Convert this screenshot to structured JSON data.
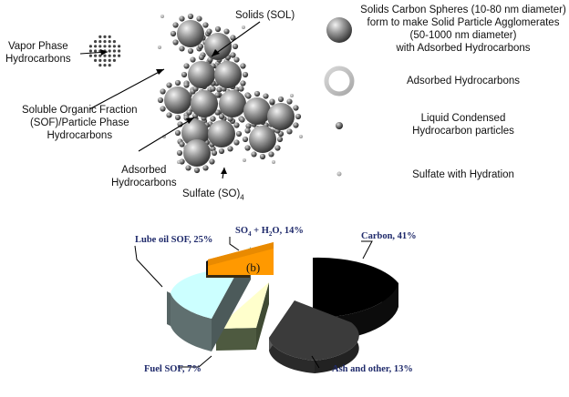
{
  "diagram": {
    "labels": {
      "vapor_phase": "Vapor Phase\nHydrocarbons",
      "solids": "Solids (SOL)",
      "sof": "Soluble Organic Fraction\n(SOF)/Particle Phase\nHydrocarbons",
      "adsorbed": "Adsorbed\nHydrocarbons",
      "sulfate_prefix": "Sulfate (SO)",
      "sulfate_sub": "4"
    },
    "legend": [
      {
        "icon": "large-sphere-icon",
        "text": "Solids Carbon Spheres (10-80 nm diameter)\nform to make Solid Particle Agglomerates\n(50-1000 nm diameter)\nwith Adsorbed Hydrocarbons"
      },
      {
        "icon": "ring-icon",
        "text": "Adsorbed Hydrocarbons"
      },
      {
        "icon": "small-sphere-icon",
        "text": "Liquid Condensed\nHydrocarbon particles"
      },
      {
        "icon": "tiny-sphere-icon",
        "text": "Sulfate with Hydration"
      }
    ]
  },
  "chart_data": {
    "type": "pie",
    "part_label": "(b)",
    "slices": [
      {
        "label": "Carbon",
        "value": 41,
        "color": "#000000"
      },
      {
        "label": "Ash and other",
        "value": 13,
        "color": "#3a3a3a"
      },
      {
        "label": "Fuel SOF",
        "value": 7,
        "color": "#ffffcc"
      },
      {
        "label": "Lube oil SOF",
        "value": 25,
        "color": "#ccffff"
      },
      {
        "label": "SO4 + H2O",
        "value": 14,
        "color": "#ff9900"
      }
    ],
    "slice_labels": {
      "carbon": "Carbon, 41%",
      "ash": "Ash and other, 13%",
      "fuel": "Fuel SOF, 7%",
      "lube": "Lube oil SOF, 25%",
      "so4_a": "SO",
      "so4_sub": "4",
      "so4_b": " + H",
      "h2o_sub": "2",
      "so4_c": "O, 14%"
    }
  }
}
